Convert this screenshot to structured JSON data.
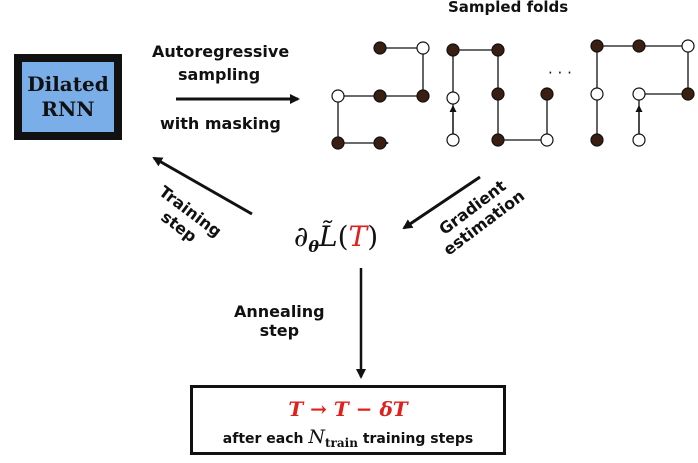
{
  "title": "Sampled folds",
  "rnn": {
    "line1": "Dilated",
    "line2": "RNN"
  },
  "autoregressive": {
    "line1": "Autoregressive",
    "line2": "sampling",
    "line3": "with masking"
  },
  "training": {
    "line1": "Training",
    "line2": "step"
  },
  "gradient": {
    "line1": "Gradient",
    "line2": "estimation"
  },
  "annealing": {
    "line1": "Annealing",
    "line2": "step"
  },
  "loss": {
    "partial": "∂",
    "theta": "θ",
    "L": "L̃",
    "open": "(",
    "T": "T",
    "close": ")"
  },
  "anneal_box": {
    "formula": "T → T − δT",
    "caption_pre": "after each",
    "N": "N",
    "N_sub": "train",
    "caption_post": "training steps"
  },
  "ellipsis": "· · ·",
  "colors": {
    "rnn_fill": "#7aaee8",
    "red": "#e0201c",
    "dark_node": "#3a1e12"
  }
}
